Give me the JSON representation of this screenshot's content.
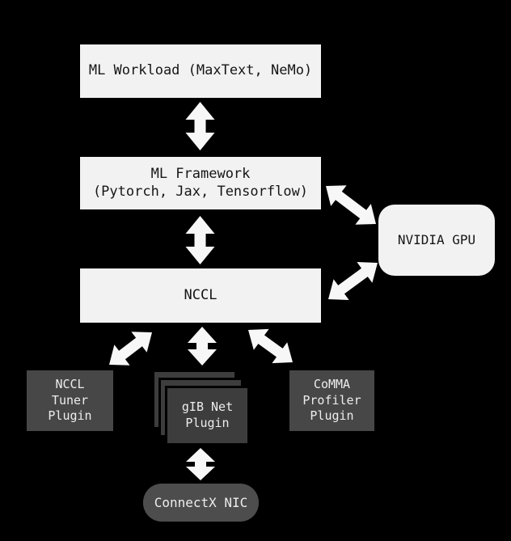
{
  "diagram": {
    "title": "NCCL / GPU networking software stack",
    "background_color": "#000000",
    "colors": {
      "light_node_bg": "#f2f2f2",
      "light_node_text": "#161616",
      "dark_node_bg": "#474747",
      "dark_stack_bg": "#3d3d3d",
      "dark_pill_bg": "#4d4d4d",
      "dark_node_text": "#ededed",
      "arrow": "#f7f7f7"
    },
    "nodes": {
      "ml_workload": {
        "label": "ML Workload (MaxText, NeMo)",
        "style": "light-rect"
      },
      "ml_framework": {
        "label": "ML Framework\n(Pytorch, Jax, Tensorflow)",
        "style": "light-rect"
      },
      "nvidia_gpu": {
        "label": "NVIDIA GPU",
        "style": "light-rounded"
      },
      "nccl": {
        "label": "NCCL",
        "style": "light-rect"
      },
      "nccl_tuner_plugin": {
        "label": "NCCL\nTuner\nPlugin",
        "style": "dark-rect"
      },
      "gib_net_plugin": {
        "label": "gIB Net\nPlugin",
        "style": "dark-stacked",
        "stack_count": 3
      },
      "comma_profiler_plugin": {
        "label": "CoMMA\nProfiler\nPlugin",
        "style": "dark-rect"
      },
      "connectx_nic": {
        "label": "ConnectX NIC",
        "style": "dark-rounded"
      }
    },
    "edges": [
      {
        "from": "ml_workload",
        "to": "ml_framework",
        "type": "bidirectional-arrow"
      },
      {
        "from": "ml_framework",
        "to": "nccl",
        "type": "bidirectional-arrow"
      },
      {
        "from": "ml_framework",
        "to": "nvidia_gpu",
        "type": "bidirectional-arrow"
      },
      {
        "from": "nccl",
        "to": "nvidia_gpu",
        "type": "bidirectional-arrow"
      },
      {
        "from": "nccl",
        "to": "nccl_tuner_plugin",
        "type": "bidirectional-arrow"
      },
      {
        "from": "nccl",
        "to": "gib_net_plugin",
        "type": "bidirectional-arrow"
      },
      {
        "from": "nccl",
        "to": "comma_profiler_plugin",
        "type": "bidirectional-arrow"
      },
      {
        "from": "gib_net_plugin",
        "to": "connectx_nic",
        "type": "bidirectional-arrow"
      }
    ]
  }
}
